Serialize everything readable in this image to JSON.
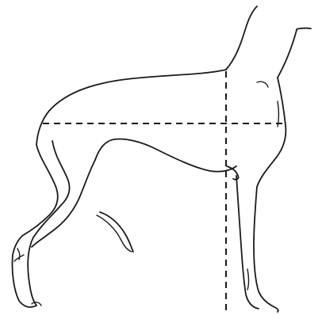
{
  "figure": {
    "subject": "dog-body-proportion-sketch",
    "colors": {
      "background": "#ffffff",
      "ink": "#1a1a1a"
    },
    "guides": [
      {
        "id": "length-line",
        "orientation": "horizontal",
        "style": "dashed"
      },
      {
        "id": "height-line",
        "orientation": "vertical",
        "style": "dashed"
      }
    ]
  }
}
